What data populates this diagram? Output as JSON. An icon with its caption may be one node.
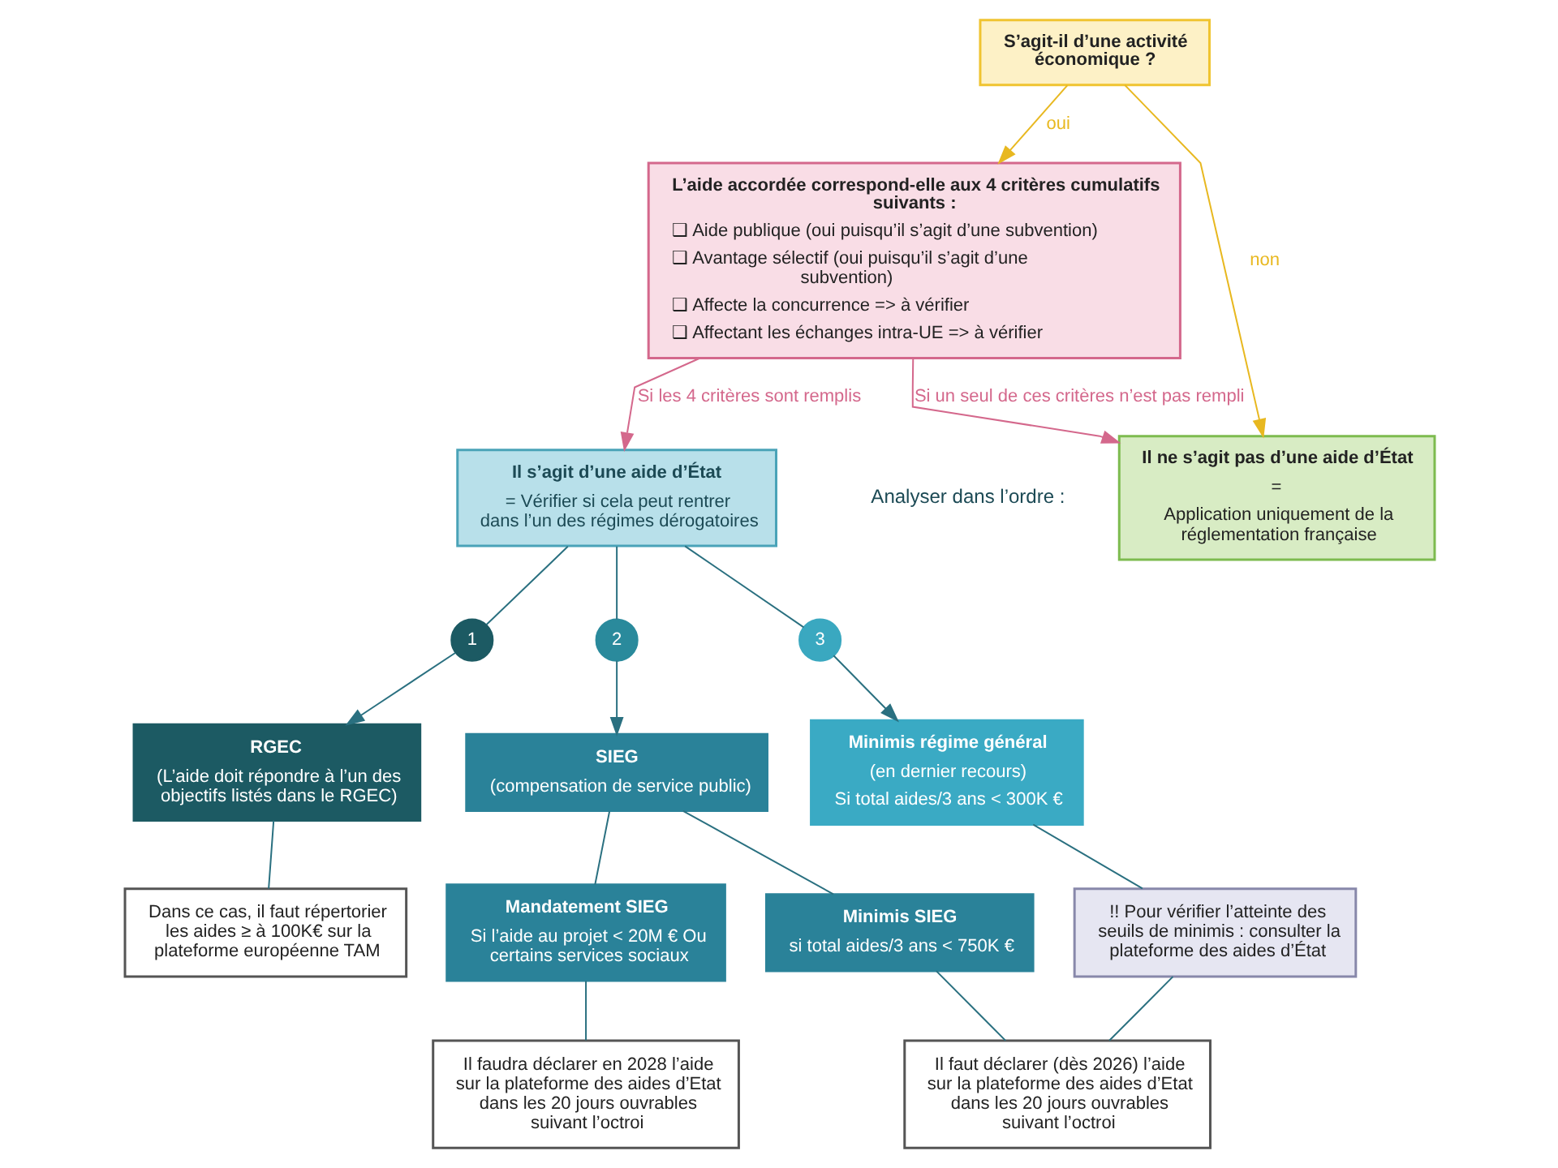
{
  "diagram": {
    "nodes": [
      {
        "text": [
          "S’agit-il d’une activité économique ?"
        ]
      },
      {
        "text": [
          "L’aide accordée correspond-elle aux 4 critères cumulatifs suivants :",
          "❑ Aide publique (oui puisqu’il s’agit d’une subvention)",
          "❑ Avantage sélectif (oui puisqu’il s’agit d’une subvention)",
          "❑ Affecte la concurrence => à vérifier",
          "❑ Affectant les échanges intra-UE => à vérifier"
        ]
      },
      {
        "text": [
          "Il ne s’agit pas d’une aide d’État",
          "=",
          "Application uniquement de la réglementation française"
        ]
      },
      {
        "text": [
          "Il s’agit d’une aide d’État",
          "= Vérifier si cela peut rentrer dans l’un des régimes dérogatoires"
        ]
      },
      {
        "text": [
          "1"
        ]
      },
      {
        "text": [
          "RGEC",
          "(L’aide doit répondre à l’un des objectifs listés dans le RGEC)"
        ]
      },
      {
        "text": [
          "Dans ce cas, il faut répertorier les aides ≥ à 100K€ sur la plateforme européenne TAM"
        ]
      },
      {
        "text": [
          "2"
        ]
      },
      {
        "text": [
          "SIEG",
          "(compensation de service public)"
        ]
      },
      {
        "text": [
          "Mandatement SIEG",
          "Si l’aide au projet < 20M € Ou certains services sociaux"
        ]
      },
      {
        "text": [
          "Minimis SIEG",
          "si total aides/3 ans < 750K €"
        ]
      },
      {
        "text": [
          "Il faudra déclarer en 2028 l’aide sur la plateforme des aides d’Etat dans les 20 jours ouvrables suivant l’octroi"
        ]
      },
      {
        "text": [
          "3"
        ]
      },
      {
        "text": [
          "Minimis régime général",
          "(en dernier recours)",
          "Si total aides/3 ans < 300K €"
        ]
      },
      {
        "text": [
          "!! Pour vérifier l’atteinte des seuils de minimis : consulter la plateforme des aides d’État"
        ]
      },
      {
        "text": [
          "Il faut déclarer (dès 2026) l’aide sur la plateforme des aides d’Etat dans les 20 jours ouvrables suivant l’octroi"
        ]
      }
    ],
    "edges": [
      {
        "from": 0,
        "to": 1,
        "arrow": "to",
        "label": "oui",
        "color": "#e8b820"
      },
      {
        "from": 0,
        "to": 2,
        "arrow": "to",
        "label": "non",
        "color": "#e8b820"
      },
      {
        "from": 1,
        "to": 3,
        "arrow": "to",
        "label": "Si les 4 critères sont remplis",
        "color": "#d4688c"
      },
      {
        "from": 1,
        "to": 2,
        "arrow": "to",
        "label": "Si un seul de ces critères n’est pas rempli",
        "color": "#d4688c"
      },
      {
        "from": 3,
        "to": 4,
        "arrow": "none"
      },
      {
        "from": 4,
        "to": 5,
        "arrow": "to"
      },
      {
        "from": 3,
        "to": 7,
        "arrow": "none"
      },
      {
        "from": 7,
        "to": 8,
        "arrow": "to"
      },
      {
        "from": 3,
        "to": 12,
        "arrow": "none"
      },
      {
        "from": 12,
        "to": 13,
        "arrow": "to"
      },
      {
        "from": 5,
        "to": 6,
        "arrow": "none"
      },
      {
        "from": 8,
        "to": 9,
        "arrow": "none"
      },
      {
        "from": 8,
        "to": 10,
        "arrow": "none"
      },
      {
        "from": 9,
        "to": 11,
        "arrow": "none"
      },
      {
        "from": 10,
        "to": 15,
        "arrow": "none"
      },
      {
        "from": 13,
        "to": 14,
        "arrow": "none"
      },
      {
        "from": 14,
        "to": 15,
        "arrow": "none"
      }
    ],
    "labels": [
      "Analyser dans l’ordre :"
    ]
  }
}
